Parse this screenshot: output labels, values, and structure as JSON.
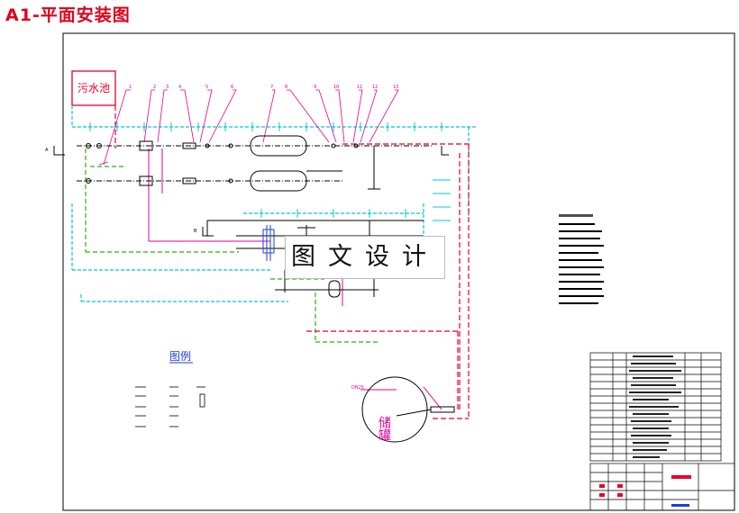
{
  "title": "A1-平面安装图",
  "sewage_pool_label": "污水池",
  "tank_label": "储罐",
  "legend_title": "图例",
  "watermark": "图文设计",
  "section_marks": [
    "A",
    "B"
  ],
  "colors": {
    "title": "#e0001b",
    "pipe_cyan": "#00c8d8",
    "pipe_green": "#2bb300",
    "pipe_red": "#e8002a",
    "pipe_magenta": "#e0009a",
    "line_dark": "#000000"
  }
}
